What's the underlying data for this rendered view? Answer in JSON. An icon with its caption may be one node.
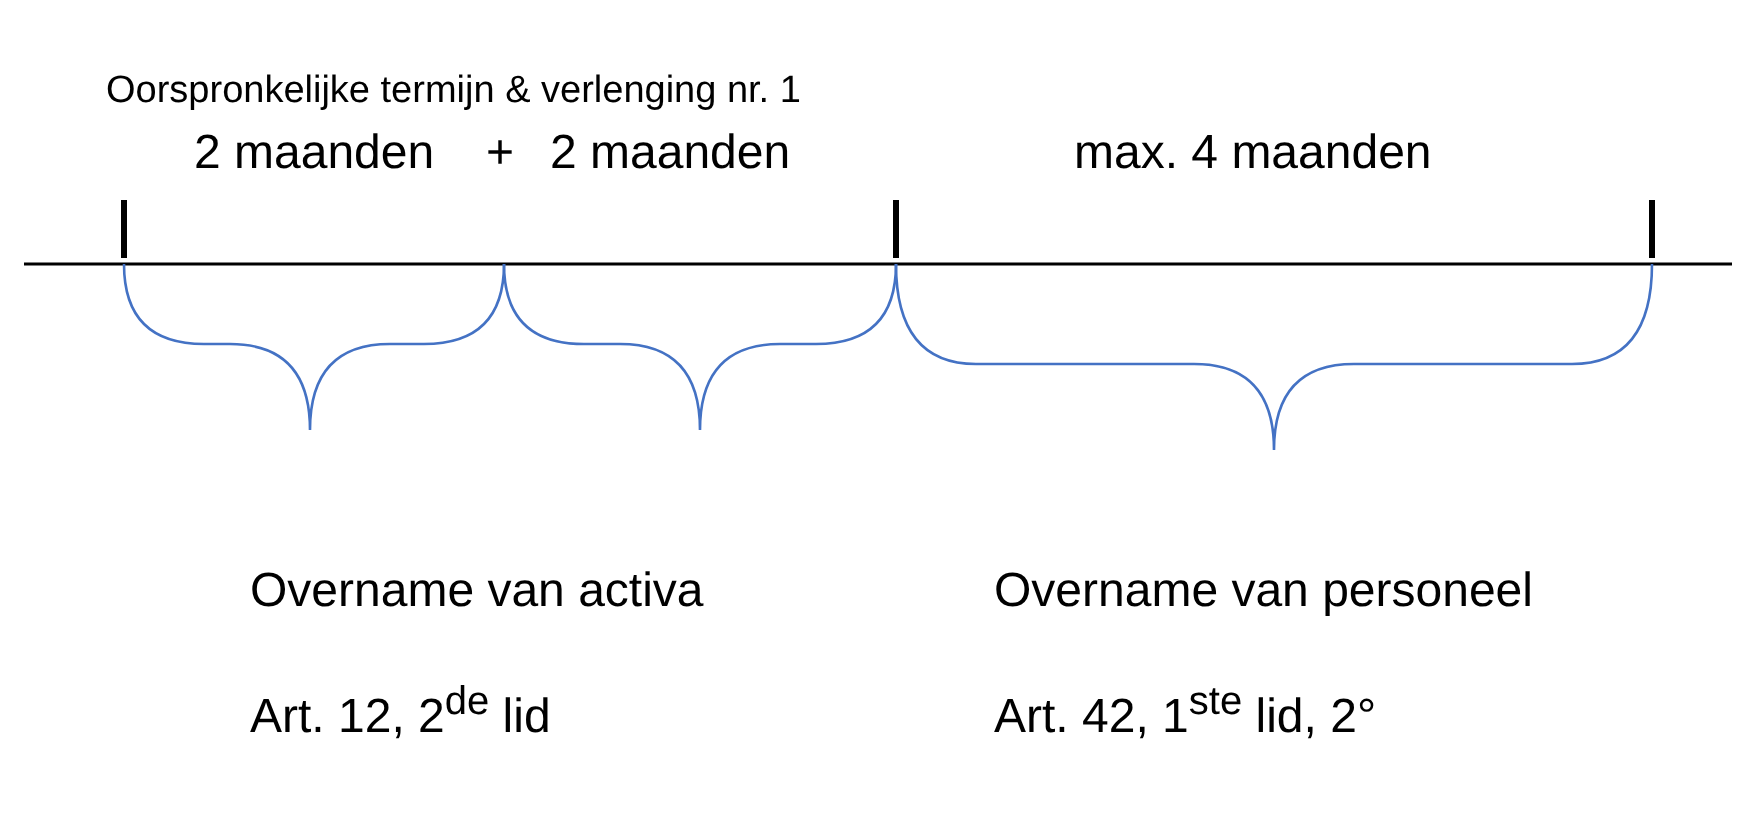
{
  "diagram": {
    "labels": [
      "Oorspronkelijke termijn & verlenging nr. 1",
      "2 maanden",
      "+",
      "2 maanden",
      "max. 4 maanden",
      "Overname van activa",
      "Overname van personeel",
      "Art. 12, 2$^{de}$ lid",
      "Art. 42, 1$^{ste}$ lid, 2°"
    ]
  }
}
